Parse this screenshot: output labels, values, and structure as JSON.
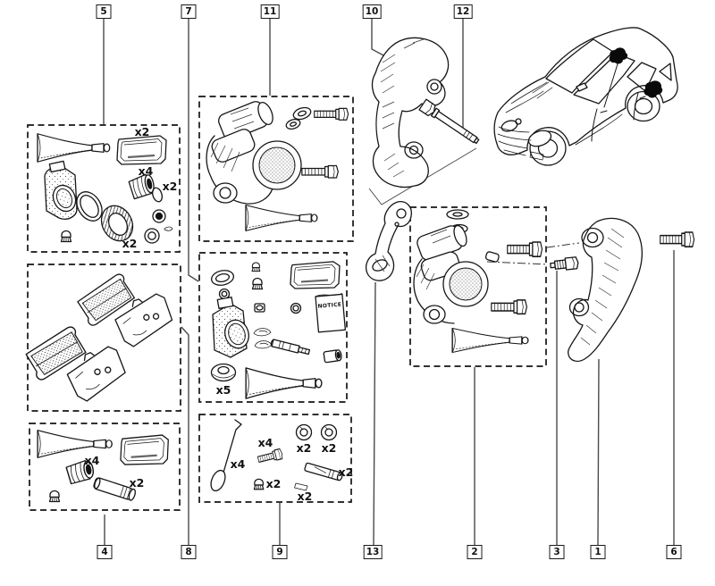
{
  "page": {
    "background": "#ffffff",
    "ink": "#161616"
  },
  "callouts": {
    "top": [
      {
        "n": "5"
      },
      {
        "n": "7"
      },
      {
        "n": "11"
      },
      {
        "n": "10"
      },
      {
        "n": "12"
      }
    ],
    "bottom": [
      {
        "n": "4"
      },
      {
        "n": "8"
      },
      {
        "n": "9"
      },
      {
        "n": "13"
      },
      {
        "n": "2"
      },
      {
        "n": "3"
      },
      {
        "n": "1"
      },
      {
        "n": "6"
      }
    ]
  },
  "annotations": {
    "box5": {
      "sachet": "x2",
      "bellows": "x4",
      "oring": "x2",
      "dust_seal": "x2"
    },
    "box7": {
      "washer": "x5",
      "notice": "NOTICE"
    },
    "box4": {
      "bellows": "x4",
      "sleeve": "x2"
    },
    "box9": {
      "pin": "x4",
      "bolt": "x4",
      "grommet": "x2",
      "ring_a": "x2",
      "ring_b": "x2",
      "sleeve": "x2",
      "clip": "x2"
    }
  }
}
